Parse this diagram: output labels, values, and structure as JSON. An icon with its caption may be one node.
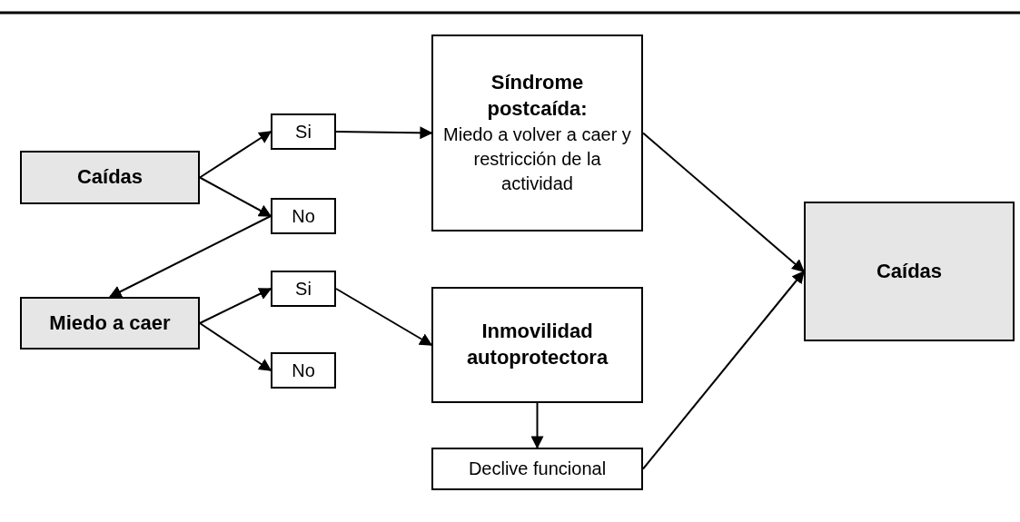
{
  "diagram": {
    "nodes": [
      {
        "text": [
          "Caídas"
        ]
      },
      {
        "text": [
          "Si"
        ]
      },
      {
        "text": [
          "No"
        ]
      },
      {
        "text": [
          "Síndrome postcaída:",
          "Miedo a volver a caer y restricción de la actividad"
        ]
      },
      {
        "text": [
          "Miedo a caer"
        ]
      },
      {
        "text": [
          "Si"
        ]
      },
      {
        "text": [
          "No"
        ]
      },
      {
        "text": [
          "Inmovilidad autoprotectora"
        ]
      },
      {
        "text": [
          "Declive funcional"
        ]
      },
      {
        "text": [
          "Caídas"
        ]
      }
    ],
    "edges": [
      {
        "from": 0,
        "to": 1,
        "arrow": "to"
      },
      {
        "from": 0,
        "to": 2,
        "arrow": "to"
      },
      {
        "from": 2,
        "to": 4,
        "arrow": "to"
      },
      {
        "from": 4,
        "to": 5,
        "arrow": "to"
      },
      {
        "from": 4,
        "to": 6,
        "arrow": "to"
      },
      {
        "from": 1,
        "to": 3,
        "arrow": "to"
      },
      {
        "from": 5,
        "to": 7,
        "arrow": "to"
      },
      {
        "from": 7,
        "to": 8,
        "arrow": "to"
      },
      {
        "from": 3,
        "to": 9,
        "arrow": "to"
      },
      {
        "from": 8,
        "to": 9,
        "arrow": "to"
      }
    ]
  }
}
